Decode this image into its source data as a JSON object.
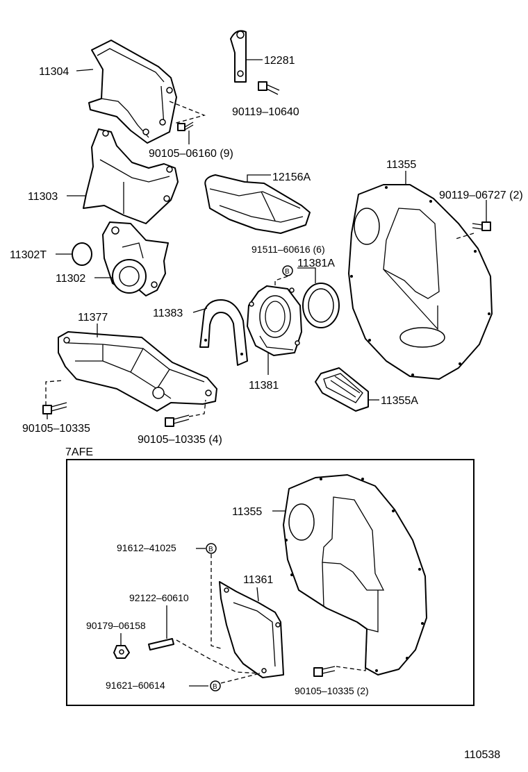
{
  "diagram_id": "110538",
  "inset": {
    "title": "7AFE"
  },
  "labels": {
    "p11304": "11304",
    "p12281": "12281",
    "p90119_10640": "90119–10640",
    "p90105_06160": "90105–06160 (9)",
    "p11303": "11303",
    "p12156A": "12156A",
    "p11355": "11355",
    "p90119_06727": "90119–06727 (2)",
    "p11302T": "11302T",
    "p91511_60616": "91511–60616 (6)",
    "p11381A": "11381A",
    "p11302": "11302",
    "p11383": "11383",
    "p11377": "11377",
    "p11381": "11381",
    "p11355A": "11355A",
    "p90105_10335_a": "90105–10335",
    "p90105_10335_b": "90105–10335 (4)",
    "p11355_inset": "11355",
    "p91612_41025": "91612–41025",
    "p11361": "11361",
    "p92122_60610": "92122–60610",
    "p90179_06158": "90179–06158",
    "p91621_60614": "91621–60614",
    "p90105_10335_c": "90105–10335 (2)",
    "marker_b": "B"
  }
}
